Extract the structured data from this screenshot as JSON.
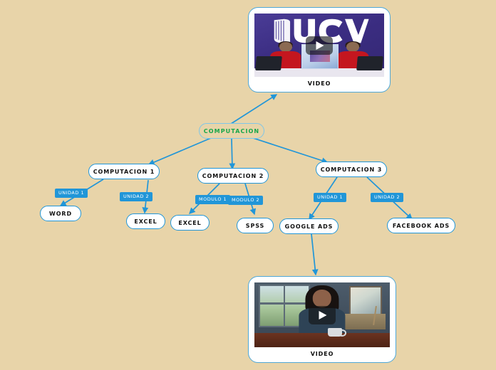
{
  "diagram": {
    "background_color": "#e8d4a9",
    "accent_color": "#2196d8",
    "root_text_color": "#17a64a",
    "type": "mindmap",
    "root": {
      "label": "COMPUTACION"
    },
    "nodes": [
      {
        "id": "computacion1",
        "label": "COMPUTACION 1"
      },
      {
        "id": "computacion2",
        "label": "COMPUTACION 2"
      },
      {
        "id": "computacion3",
        "label": "COMPUTACION 3"
      },
      {
        "id": "word",
        "label": "WORD"
      },
      {
        "id": "excel1",
        "label": "EXCEL"
      },
      {
        "id": "excel2",
        "label": "EXCEL"
      },
      {
        "id": "spss",
        "label": "SPSS"
      },
      {
        "id": "googleads",
        "label": "GOOGLE ADS"
      },
      {
        "id": "facebookads",
        "label": "FACEBOOK ADS"
      }
    ],
    "edge_labels": [
      {
        "id": "lbl-unidad1-c1",
        "label": "UNIDAD 1"
      },
      {
        "id": "lbl-unidad2-c1",
        "label": "UNIDAD 2"
      },
      {
        "id": "lbl-modulo1-c2",
        "label": "MODULO 1"
      },
      {
        "id": "lbl-modulo2-c2",
        "label": "MODULO 2"
      },
      {
        "id": "lbl-unidad1-c3",
        "label": "UNIDAD 1"
      },
      {
        "id": "lbl-unidad2-c3",
        "label": "UNIDAD 2"
      }
    ],
    "videos": [
      {
        "id": "video-top",
        "caption": "VIDEO",
        "thumbnail": "ucv-classroom-thumbnail",
        "play_icon": "play-icon"
      },
      {
        "id": "video-bottom",
        "caption": "VIDEO",
        "thumbnail": "woman-with-mug-thumbnail",
        "play_icon": "play-icon"
      }
    ]
  }
}
